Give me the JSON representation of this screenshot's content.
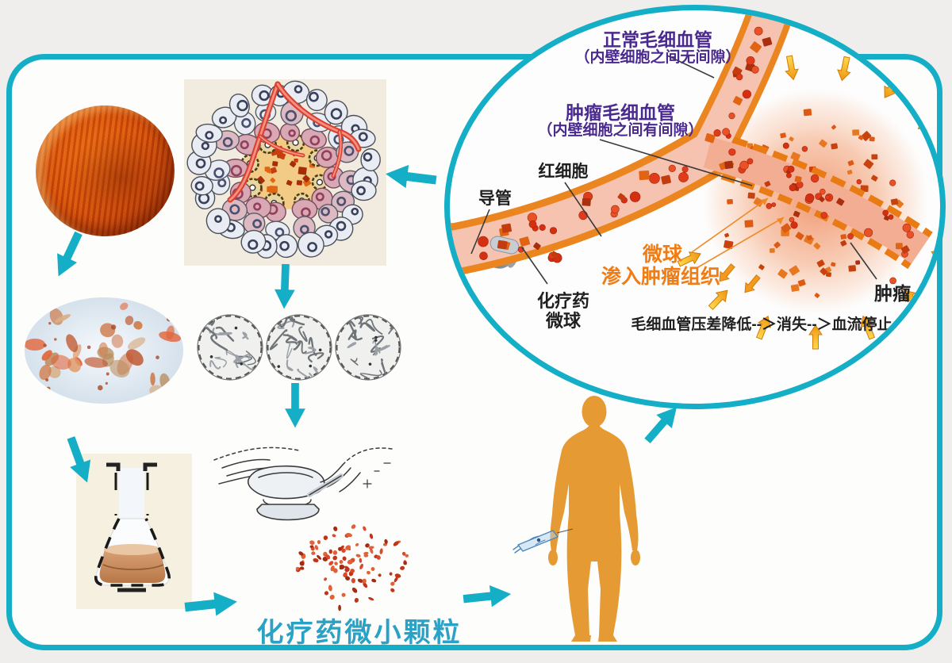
{
  "palette": {
    "accent_cyan": "#14aec6",
    "label_purple": "#4b2a8f",
    "label_orange": "#f07c14",
    "label_black": "#1f1f1f",
    "caption_teal": "#2aa2c6",
    "human_orange": "#e59a33",
    "vessel_wall_orange": "#ea851f",
    "red_cell": "#e03c1c",
    "tumor_pink": "#f2a583"
  },
  "inset": {
    "normal_vessel": {
      "line1": "正常毛细血管",
      "line2": "（内壁细胞之间无间隙）"
    },
    "tumor_vessel": {
      "line1": "肿瘤毛细血管",
      "line2": "（内壁细胞之间有间隙）"
    },
    "red_blood_cell": "红细胞",
    "catheter": "导管",
    "microsphere_infiltrate": {
      "line1": "微球",
      "line2": "渗入肿瘤组织"
    },
    "chemo_microsphere": {
      "line1": "化疗药",
      "line2": "微球"
    },
    "pressure_note": "毛细血管压差降低--＞消失--＞血流停止",
    "tumor": "肿瘤"
  },
  "caption": "化疗药微小颗粒"
}
